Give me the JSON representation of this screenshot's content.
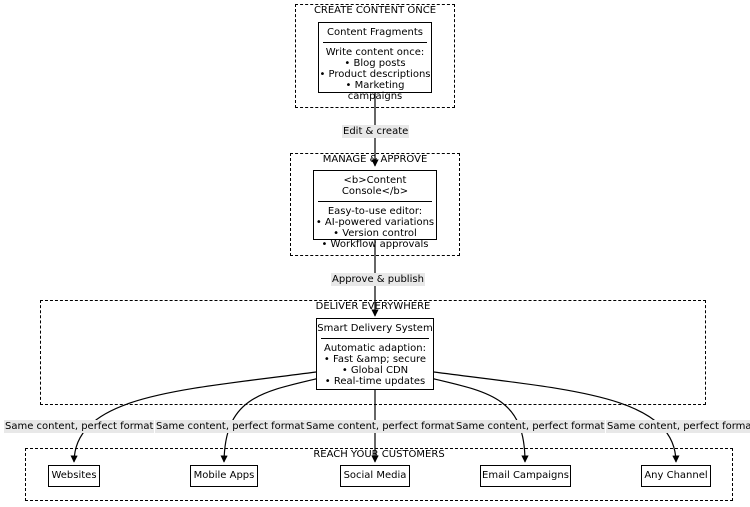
{
  "groups": {
    "create": "CREATE CONTENT ONCE",
    "manage": "MANAGE & APPROVE",
    "deliver": "DELIVER EVERYWHERE",
    "reach": "REACH YOUR CUSTOMERS"
  },
  "nodes": {
    "fragments": {
      "title": "Content Fragments",
      "lines": [
        "Write content once:",
        "• Blog posts",
        "• Product descriptions",
        "• Marketing campaigns"
      ]
    },
    "console": {
      "title": "<b>Content Console</b>",
      "lines": [
        "Easy-to-use editor:",
        "• AI-powered variations",
        "• Version control",
        "• Workflow approvals"
      ]
    },
    "delivery": {
      "title": "Smart Delivery System",
      "lines": [
        "Automatic adaption:",
        "• Fast &amp; secure",
        "• Global CDN",
        "• Real-time updates"
      ]
    }
  },
  "channels": [
    "Websites",
    "Mobile Apps",
    "Social Media",
    "Email Campaigns",
    "Any Channel"
  ],
  "edges": {
    "edit": "Edit & create",
    "approve": "Approve & publish",
    "same": "Same content, perfect format"
  }
}
